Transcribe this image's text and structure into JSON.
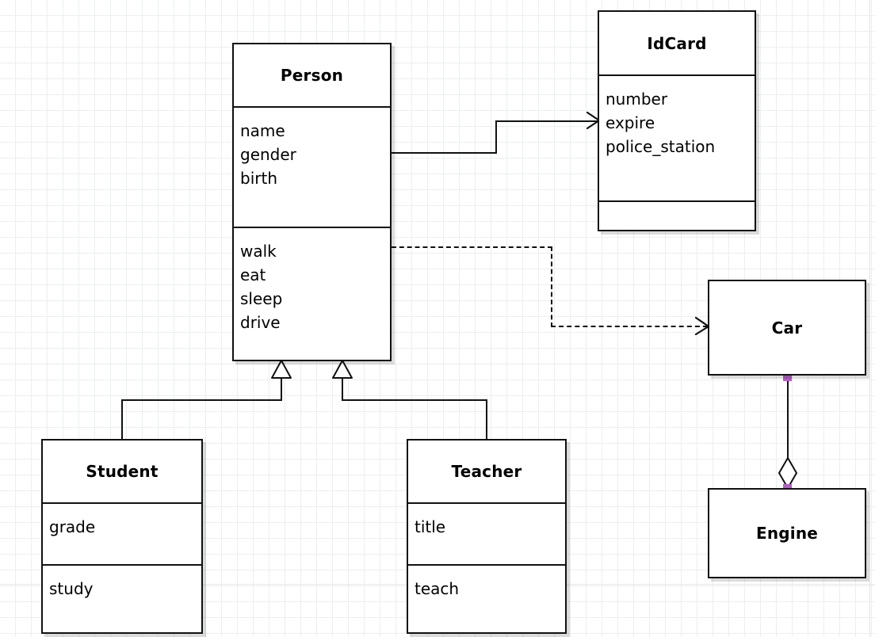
{
  "diagram": {
    "type": "uml-class-diagram",
    "background": "#ffffff",
    "grid_color": "#eceef0",
    "line_color": "#111111",
    "selection_handle_color": "#b060c0"
  },
  "classes": {
    "person": {
      "name": "Person",
      "attributes": [
        "name",
        "gender",
        "birth"
      ],
      "operations": [
        "walk",
        "eat",
        "sleep",
        "drive"
      ]
    },
    "idcard": {
      "name": "IdCard",
      "attributes": [
        "number",
        "expire",
        "police_station"
      ],
      "operations": []
    },
    "car": {
      "name": "Car",
      "attributes": [],
      "operations": []
    },
    "engine": {
      "name": "Engine",
      "attributes": [],
      "operations": []
    },
    "student": {
      "name": "Student",
      "attributes": [
        "grade"
      ],
      "operations": [
        "study"
      ]
    },
    "teacher": {
      "name": "Teacher",
      "attributes": [
        "title"
      ],
      "operations": [
        "teach"
      ]
    }
  },
  "relationships": [
    {
      "id": "person-idcard",
      "kind": "association",
      "from": "Person",
      "to": "IdCard",
      "line": "solid",
      "end_marker": "open-arrow"
    },
    {
      "id": "person-car",
      "kind": "dependency",
      "from": "Person",
      "to": "Car",
      "line": "dashed",
      "end_marker": "open-arrow"
    },
    {
      "id": "student-person",
      "kind": "generalization",
      "from": "Student",
      "to": "Person",
      "line": "solid",
      "end_marker": "hollow-triangle"
    },
    {
      "id": "teacher-person",
      "kind": "generalization",
      "from": "Teacher",
      "to": "Person",
      "line": "solid",
      "end_marker": "hollow-triangle"
    },
    {
      "id": "car-engine",
      "kind": "aggregation",
      "from": "Car",
      "to": "Engine",
      "line": "solid",
      "end_marker": "hollow-diamond",
      "selected": true
    }
  ]
}
